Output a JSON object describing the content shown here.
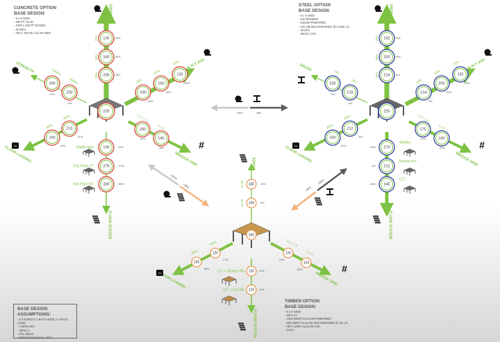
{
  "colors": {
    "green": "#7dc242",
    "concrete_ring": "#d9443a",
    "steel_ring": "#2e3c9e",
    "timber_ring": "#e39a5a",
    "gray_arrow": "#c8c8c8",
    "dark_arrow": "#5a5a5a",
    "orange_arrow": "#f5b27a"
  },
  "notes": {
    "concrete": {
      "title1": "CONCRETE OPTION",
      "title2": "BASE DESIGN:",
      "lines": [
        "- 9 x 9 GRID",
        "- 200 PT SLAB",
        "- 2400 x 450 PT BANDS",
        "- 40 MPa",
        "- 700 x 700 RC Col 2% REO"
      ]
    },
    "steel": {
      "title1": "STEEL OPTION",
      "title2": "BASE DESIGN:",
      "lines": [
        "- 9 x 9 GRID",
        "- 140 BONDEK",
        "- 610UB PRIMARIES",
        "- 410 UB SECONDARIES @ 2.25m c/c",
        "- 40 kPa",
        "- 350UC COL."
      ]
    },
    "timber": {
      "title1": "TIMBER OPTION",
      "title2": "BASE DESIGN:",
      "lines": [
        "- 9 x 9 GRID",
        "- 100 CLT",
        "- 1000 DEEP GLULAM PRIMARIES",
        "- 800 DEEP GLULAM SECONDARIES @ 3m c/c",
        "- 480 x 1000 GLULAM COL.",
        "- GL24"
      ]
    },
    "assumptions": {
      "title": "BASE DESIGN ASSUMPTIONS:",
      "lines": [
        "- 6 STOREYS 4 BAYS WIDE X 4 BAYS LONG",
        "- 1.5kPa SDL",
        "- 3kPa LL",
        "- FRL 60mm",
        "- Natural Frequency > 4Hz"
      ]
    }
  },
  "concrete": {
    "hub": "235",
    "ggbs": {
      "label": "% GGBS",
      "nodes": [
        {
          "v": "200",
          "l": "25%",
          "d": "-15%"
        },
        {
          "v": "160",
          "l": "50%",
          "d": "-30%"
        },
        {
          "v": "135",
          "l": "75%",
          "d": "-40%"
        }
      ]
    },
    "fly_ash": {
      "label": "% FLY ASH",
      "nodes": [
        {
          "v": "200",
          "l": "25%",
          "d": "-15%"
        },
        {
          "v": "160",
          "l": "50%",
          "d": "-30%"
        },
        {
          "v": "135",
          "l": "75%",
          "d": "-40%"
        }
      ]
    },
    "side": {
      "label": "STRENGTH",
      "nodes": [
        {
          "v": "250",
          "l": "50MPa",
          "d": "+0%"
        },
        {
          "v": "250",
          "l": "30MPa",
          "d": "+0%"
        }
      ]
    },
    "floor_loading": {
      "label": "FLOOR LOADING",
      "nodes": [
        {
          "v": "210",
          "l": "4kPa",
          "d": "-11%"
        },
        {
          "v": "190",
          "l": "3kPa",
          "d": "-19%"
        }
      ]
    },
    "reduce_grid": {
      "label": "REDUCE GRID",
      "nodes": [
        {
          "v": "180",
          "l": "7.5 x 7.5",
          "d": "-23%"
        },
        {
          "v": "145",
          "l": "6 x 6",
          "d": "-38%"
        }
      ]
    },
    "floor_system": {
      "label": "FLOOR SYSTEM",
      "nodes": [
        {
          "v": "190",
          "l": "Waffle Slab",
          "d": "-19%"
        },
        {
          "v": "275",
          "l": "Flat Plate PT",
          "d": "+17%"
        },
        {
          "v": "330",
          "l": "Flat Plate RC",
          "d": "+40%"
        }
      ]
    }
  },
  "steel": {
    "hub": "225",
    "ggbs": {
      "label": "% GGBS",
      "nodes": [
        {
          "v": "214",
          "l": "25%",
          "d": "5%"
        },
        {
          "v": "203",
          "l": "50%",
          "d": "10%"
        },
        {
          "v": "192",
          "l": "75%",
          "d": "15%"
        }
      ]
    },
    "fly_ash": {
      "label": "% FLY ASH",
      "nodes": [
        {
          "v": "214",
          "l": "25%",
          "d": "5%"
        },
        {
          "v": "203",
          "l": "50%",
          "d": "10%"
        },
        {
          "v": "192",
          "l": "75%",
          "d": "15%"
        }
      ]
    },
    "side": {
      "label": "GRADE",
      "nodes": [
        {
          "v": "235",
          "l": "250",
          "d": "+4%"
        },
        {
          "v": "215",
          "l": "350",
          "d": "-4%"
        }
      ]
    },
    "floor_loading": {
      "label": "FLOOR LOADING",
      "nodes": [
        {
          "v": "212",
          "l": "4kPa",
          "d": "-6%"
        },
        {
          "v": "200",
          "l": "3kPa",
          "d": "-11%"
        }
      ]
    },
    "reduce_grid": {
      "label": "REDUCE GRID",
      "nodes": [
        {
          "v": "175",
          "l": "7.5 x 7.5",
          "d": "-22%"
        },
        {
          "v": "160",
          "l": "6 x 6",
          "d": "-29%"
        }
      ]
    },
    "floor_system": {
      "label": "FLOOR SYSTEM",
      "nodes": [
        {
          "v": "270",
          "l": "Slimflor",
          "d": "-20%"
        },
        {
          "v": "215",
          "l": "Hollowcore",
          "d": "-4%"
        },
        {
          "v": "145",
          "l": "CLT",
          "d": "-36%"
        }
      ]
    }
  },
  "timber": {
    "hub": "345",
    "grade": {
      "label": "GRADE",
      "nodes": [
        {
          "v": "330",
          "l": "GL30",
          "d": "-10%"
        },
        {
          "v": "336",
          "l": "GL28",
          "d": "-6%"
        }
      ]
    },
    "floor_loading": {
      "label": "FLOOR LOADING",
      "nodes": [
        {
          "v": "120",
          "l": "4kPa",
          "d": "-17%"
        },
        {
          "v": "105",
          "l": "3kPa",
          "d": "-28%"
        }
      ]
    },
    "reduce_grid": {
      "label": "REDUCE GRID",
      "nodes": [
        {
          "v": "125",
          "l": "7.5 x 7.5",
          "d": "-14%"
        },
        {
          "v": "103",
          "l": "6 x 6",
          "d": "-28%"
        }
      ]
    },
    "floor_system": {
      "label": "FLOOR SYSTEM",
      "nodes": [
        {
          "v": "130",
          "l": "CLT + Glulam Rib",
          "d": "-10%"
        },
        {
          "v": "120",
          "l": "CLT + LVL Rib",
          "d": "-17%"
        }
      ]
    }
  },
  "comparisons": {
    "concrete_steel": {
      "left": "+4%",
      "right": "-4%"
    },
    "concrete_timber": {
      "gray": "+62%",
      "orange": "-38%"
    },
    "steel_timber": {
      "orange": "-36%",
      "gray": "+55%"
    }
  },
  "icons": [
    "concrete-mixer-icon",
    "steel-beam-icon",
    "timber-stack-icon",
    "weight-icon",
    "grid-icon",
    "pavilion-icon"
  ]
}
